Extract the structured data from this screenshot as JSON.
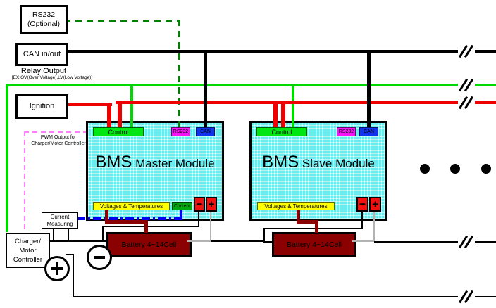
{
  "top_left": {
    "rs232_box": {
      "line1": "RS232",
      "line2": "(Optional)"
    },
    "can_box": "CAN in/out",
    "relay_title": "Relay Output",
    "relay_sub": "[EX:OV(Over Voltage),LV(Low Voltage)]",
    "ignition_box": "Ignition",
    "pwm_label": {
      "line1": "PWM Output for",
      "line2": "Charger/Motor Controller"
    }
  },
  "modules": {
    "master": {
      "name_bold": "BMS",
      "name_rest": " Master Module",
      "control": "Control",
      "rs232": "RS232",
      "can": "CAN",
      "voltages": "Voltages & Temperatures",
      "current": "Current",
      "minus": "−",
      "plus": "+"
    },
    "slave": {
      "name_bold": "BMS",
      "name_rest": " Slave Module",
      "control": "Control",
      "rs232": "RS232",
      "can": "CAN",
      "voltages": "Voltages & Temperatures",
      "minus": "−",
      "plus": "+"
    }
  },
  "bottom": {
    "current_measuring": {
      "line1": "Current",
      "line2": "Measuring"
    },
    "charger": {
      "line1": "Charger/",
      "line2": "Motor",
      "line3": "Controller"
    },
    "battery1": "Battery 4~14Cell",
    "battery2": "Battery 4~14Cell"
  },
  "colors": {
    "module_fill": "#5ef0f0",
    "can_wire": "#000000",
    "relay_wire": "#00d900",
    "ignition_wire": "#ee0000",
    "rs232_wire_dashed": "#008000",
    "pwm_wire_dashed": "#ff80ff",
    "current_wire_dashdot": "#0000ee",
    "battery_sense_wire": "#8b0000",
    "plus_sense_wire": "#b3b3b3",
    "battery_fill": "#8b0000",
    "control_label": "#00e613",
    "rs232_label": "#f911f9",
    "can_label": "#1133ee",
    "voltages_label": "#ffff00",
    "current_label": "#00a80b",
    "terminal_fill": "#f21111"
  }
}
